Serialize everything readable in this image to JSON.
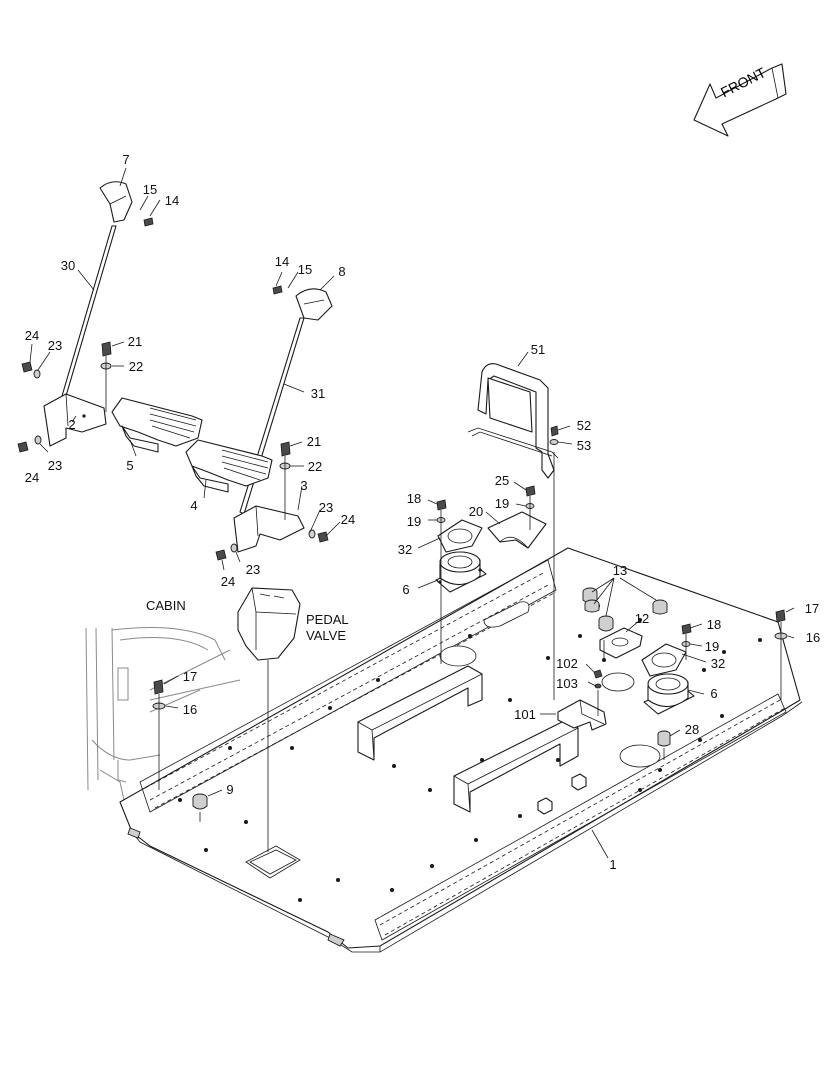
{
  "orientation": {
    "arrow_label": "FRONT"
  },
  "captions": {
    "cabin": "CABIN",
    "pedal_valve_line1": "PEDAL",
    "pedal_valve_line2": "VALVE"
  },
  "callouts": [
    {
      "id": "c7",
      "text": "7"
    },
    {
      "id": "c15a",
      "text": "15"
    },
    {
      "id": "c14a",
      "text": "14"
    },
    {
      "id": "c30",
      "text": "30"
    },
    {
      "id": "c14b",
      "text": "14"
    },
    {
      "id": "c15b",
      "text": "15"
    },
    {
      "id": "c8",
      "text": "8"
    },
    {
      "id": "c24a",
      "text": "24"
    },
    {
      "id": "c23a",
      "text": "23"
    },
    {
      "id": "c21a",
      "text": "21"
    },
    {
      "id": "c22a",
      "text": "22"
    },
    {
      "id": "c51",
      "text": "51"
    },
    {
      "id": "c31",
      "text": "31"
    },
    {
      "id": "c52",
      "text": "52"
    },
    {
      "id": "c53",
      "text": "53"
    },
    {
      "id": "c2",
      "text": "2"
    },
    {
      "id": "c5",
      "text": "5"
    },
    {
      "id": "c23b",
      "text": "23"
    },
    {
      "id": "c24b",
      "text": "24"
    },
    {
      "id": "c21b",
      "text": "21"
    },
    {
      "id": "c22b",
      "text": "22"
    },
    {
      "id": "c25",
      "text": "25"
    },
    {
      "id": "c3",
      "text": "3"
    },
    {
      "id": "c4",
      "text": "4"
    },
    {
      "id": "c18a",
      "text": "18"
    },
    {
      "id": "c19a",
      "text": "19"
    },
    {
      "id": "c19b",
      "text": "19"
    },
    {
      "id": "c20",
      "text": "20"
    },
    {
      "id": "c23c",
      "text": "23"
    },
    {
      "id": "c24c",
      "text": "24"
    },
    {
      "id": "c32a",
      "text": "32"
    },
    {
      "id": "c23d",
      "text": "23"
    },
    {
      "id": "c24d",
      "text": "24"
    },
    {
      "id": "c6a",
      "text": "6"
    },
    {
      "id": "c13",
      "text": "13"
    },
    {
      "id": "c17a",
      "text": "17"
    },
    {
      "id": "c16a",
      "text": "16"
    },
    {
      "id": "c12",
      "text": "12"
    },
    {
      "id": "c18b",
      "text": "18"
    },
    {
      "id": "c19c",
      "text": "19"
    },
    {
      "id": "c32b",
      "text": "32"
    },
    {
      "id": "c102",
      "text": "102"
    },
    {
      "id": "c103",
      "text": "103"
    },
    {
      "id": "c6b",
      "text": "6"
    },
    {
      "id": "c17b",
      "text": "17"
    },
    {
      "id": "c16b",
      "text": "16"
    },
    {
      "id": "c101",
      "text": "101"
    },
    {
      "id": "c28",
      "text": "28"
    },
    {
      "id": "c9",
      "text": "9"
    },
    {
      "id": "c1",
      "text": "1"
    }
  ]
}
